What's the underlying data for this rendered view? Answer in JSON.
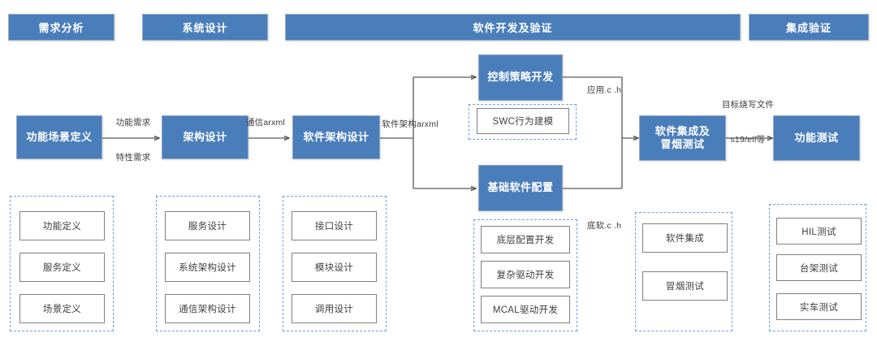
{
  "diagram": {
    "title": "",
    "colors": {
      "primary_blue": "#4a7ebb",
      "dashed_blue": "#6f9fd8",
      "sub_box_border": "#7f7f7f",
      "connector": "#595959",
      "text_dark": "#3c3c3c"
    },
    "phases": [
      {
        "id": "phase-requirement",
        "label": "需求分析"
      },
      {
        "id": "phase-system-design",
        "label": "系统设计"
      },
      {
        "id": "phase-software-dev",
        "label": "软件开发及验证"
      },
      {
        "id": "phase-integration",
        "label": "集成验证"
      }
    ],
    "process_boxes": [
      {
        "id": "proc-function-scenario",
        "label": "功能场景定义"
      },
      {
        "id": "proc-architecture-design",
        "label": "架构设计"
      },
      {
        "id": "proc-software-architecture-design",
        "label": "软件架构设计"
      },
      {
        "id": "proc-control-strategy-dev",
        "label": "控制策略开发"
      },
      {
        "id": "proc-basic-software-config",
        "label": "基础软件配置"
      },
      {
        "id": "proc-software-integration-smoke",
        "label": "软件集成及\n冒烟测试"
      },
      {
        "id": "proc-function-test",
        "label": "功能测试"
      }
    ],
    "swc_box": {
      "id": "sub-swc-behavior-modeling",
      "label": "SWC行为建模"
    },
    "edge_labels": [
      {
        "id": "edge-label-requirements",
        "line1": "功能需求",
        "line2": "特性需求"
      },
      {
        "id": "edge-label-comm-arxml",
        "line1": "通信arxml",
        "line2": ""
      },
      {
        "id": "edge-label-sw-arch-arxml",
        "line1": "软件架构arxml",
        "line2": ""
      },
      {
        "id": "edge-label-app-ch",
        "line1": "应用.c .h",
        "line2": ""
      },
      {
        "id": "edge-label-bsw-ch",
        "line1": "底软.c .h",
        "line2": ""
      },
      {
        "id": "edge-label-target-flash",
        "line1": "目标烧写文件",
        "line2": "s19/elf等"
      }
    ],
    "groups": [
      {
        "id": "group-requirement-analysis",
        "items": [
          {
            "id": "sub-function-definition",
            "label": "功能定义"
          },
          {
            "id": "sub-service-definition",
            "label": "服务定义"
          },
          {
            "id": "sub-scenario-definition",
            "label": "场景定义"
          }
        ]
      },
      {
        "id": "group-system-design",
        "items": [
          {
            "id": "sub-service-design",
            "label": "服务设计"
          },
          {
            "id": "sub-system-architecture-design",
            "label": "系统架构设计"
          },
          {
            "id": "sub-communication-architecture-design",
            "label": "通信架构设计"
          }
        ]
      },
      {
        "id": "group-software-architecture",
        "items": [
          {
            "id": "sub-interface-design",
            "label": "接口设计"
          },
          {
            "id": "sub-module-design",
            "label": "模块设计"
          },
          {
            "id": "sub-call-design",
            "label": "调用设计"
          }
        ]
      },
      {
        "id": "group-basic-software",
        "items": [
          {
            "id": "sub-bottom-layer-config-dev",
            "label": "底层配置开发"
          },
          {
            "id": "sub-complex-driver-dev",
            "label": "复杂驱动开发"
          },
          {
            "id": "sub-mcal-driver-dev",
            "label": "MCAL驱动开发"
          }
        ]
      },
      {
        "id": "group-software-integration",
        "items": [
          {
            "id": "sub-software-integration",
            "label": "软件集成"
          },
          {
            "id": "sub-smoke-test",
            "label": "冒烟测试"
          }
        ]
      },
      {
        "id": "group-verification",
        "items": [
          {
            "id": "sub-hil-test",
            "label": "HIL测试"
          },
          {
            "id": "sub-bench-test",
            "label": "台架测试"
          },
          {
            "id": "sub-vehicle-test",
            "label": "实车测试"
          }
        ]
      }
    ]
  }
}
